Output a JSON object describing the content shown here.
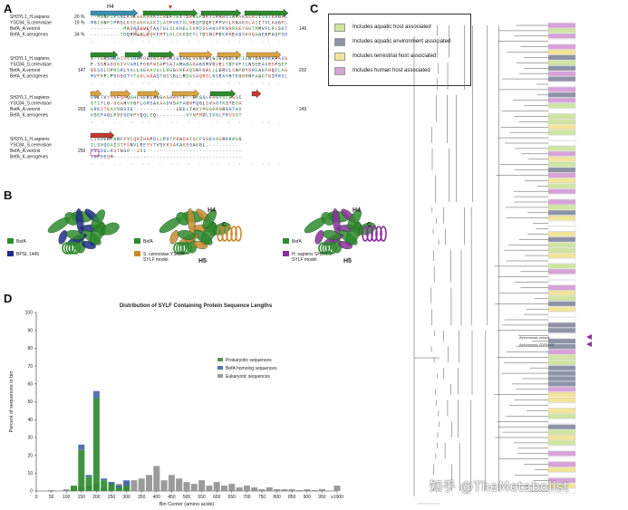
{
  "panels": {
    "a": "A",
    "b": "B",
    "c": "C",
    "d": "D"
  },
  "alignment": {
    "blocks": [
      {
        "names": [
          "SH3YL1_H.sapiens",
          "YSC84_S.cerevisiae",
          "BefA_A.veronii",
          "BefA_K.aerogenes"
        ],
        "pcts": [
          "20 %",
          "19 %",
          "",
          "34 %"
        ],
        "start": [
          "",
          "",
          "",
          ""
        ],
        "seqs": [
          "--MNNPIPSNLKSEAKKAAKILREFTEITSRNGPDKIIPAHVIAKAKGLAIISVIKAGFL",
          "MGINNPIPRSLKSEAKKAAKILASFVKTGLNEQPDQFIPPVYLKNAKGLAIITVLKAGFL",
          "----------MADRTSVETAATGLSLKNELIKMDSGANVPFNRRGEYGGTMMVFLRLSGT",
          "---------TGQRKARLEQKEMTLGLIKKSETLTDSNIPEKRREASSKGQAAEKPAQPGD"
        ],
        "end": [
          "",
          "",
          "146",
          ""
        ]
      },
      {
        "names": [
          "SH3YL1_H.sapiens",
          "YSC84_S.cerevisiae",
          "BefA_A.veronii",
          "BefA_K.aerogenes"
        ],
        "pcts": [
          "",
          "",
          "",
          ""
        ],
        "start": [
          "",
          "",
          "147",
          ""
        ],
        "seqs": [
          "V-YGRSGDGIVVSRLPDGSWSAPSAIGIAGLGGGFEIGIEVGDLVTILNTDAAVKAFASG",
          "F-SGRAGGGIVVARLPDGTWSAPSAIAMAGAGAGGMVGVELTDFVFILNSEEAVRSFSEF",
          "VESDLDPRSRLYALLNEAAVSLLRGGVRFAQSRFNALLLERVLSNPDYDREAEPRQILAG",
          "MVFRFLPDHSGTYTAGLANAQTWSSGLLRDASAQRSLNSEAVHTEGNRNFAAGTNIMRSL"
        ],
        "end": [
          "",
          "",
          "202",
          ""
        ]
      },
      {
        "names": [
          "SH3YL1_H.sapiens",
          "YSC84_S.cerevisiae",
          "BefA_A.veronii",
          "BefA_K.aerogenes"
        ],
        "pcts": [
          "",
          "",
          "",
          ""
        ],
        "start": [
          "",
          "",
          "203",
          ""
        ],
        "seqs": [
          "GNLTVYYKFQFQGHLGEKLANSAGAAVTFT-EKSGLFAGVSLEGSC",
          "GTITLG-GGAHVGGFLGRSAKAADVSAFAGNPQGLSVAGTKSTEGA",
          "GRKSTEAVVGSIE-------------LEELTAKYMGGDRNRSGTAD",
          "GSEPAGLRVEGDVPVQQLEQ---------VYNPMDLIDGLPRVSGT"
        ],
        "end": [
          "",
          "",
          "249",
          ""
        ]
      },
      {
        "names": [
          "SH3YL1_H.sapiens",
          "YSC84_S.cerevisiae",
          "BefA_A.veronii",
          "BefA_K.aerogenes"
        ],
        "pcts": [
          "",
          "",
          "",
          ""
        ],
        "start": [
          "",
          "",
          "250",
          ""
        ],
        "seqs": [
          "LISNEKTNRFFYCQRIHAPDLLPDTPRADAIGCPSGEVASRRKRGS",
          "ILSNQDAISTFSNVLEEYVTVSKKSAKAKEGAKGL----------",
          "YNSDELKSTGGR--261-----------------------------",
          "YNPDEQH---------------------------------------"
        ],
        "end": [
          "",
          "",
          "",
          ""
        ]
      }
    ],
    "marker_labels": [
      "H4",
      "H5"
    ]
  },
  "structures": [
    {
      "legend": [
        "BefA",
        "BPSL 1445"
      ],
      "colors": [
        "#2e8b2e",
        "#1f2d8a"
      ],
      "labels": []
    },
    {
      "legend": [
        "BefA",
        "S. cerevisiae YSC84 SYLF model"
      ],
      "colors": [
        "#2e8b2e",
        "#c98a32"
      ],
      "labels": [
        "H4",
        "C",
        "H5"
      ]
    },
    {
      "legend": [
        "BefA",
        "H. sapiens SH3YL1 SYLF model"
      ],
      "colors": [
        "#2e8b2e",
        "#8a2e9c"
      ],
      "labels": [
        "H4",
        "C",
        "H5"
      ]
    }
  ],
  "tree_legend": [
    {
      "label": "Includes aquatic host associated",
      "color": "#cfe6a2"
    },
    {
      "label": "Includes aquatic environment associated",
      "color": "#8e93a8"
    },
    {
      "label": "Includes terrestrial host associated",
      "color": "#f2e59a"
    },
    {
      "label": "Includes human host associated",
      "color": "#d8a3d8"
    }
  ],
  "tree_arrow_labels": [
    "Aeromonas veronii",
    "Aeromonas ZOR0001"
  ],
  "chart_data": {
    "type": "bar",
    "title": "Distribution of SYLF Containing Protein Sequence Lengths",
    "xlabel": "Bin Center (amino acids)",
    "ylabel": "Percent of sequences in bin",
    "ylim": [
      0,
      100
    ],
    "yticks": [
      0,
      10,
      20,
      30,
      40,
      50,
      60,
      70,
      80,
      90,
      100
    ],
    "xticks": [
      "0",
      "50",
      "100",
      "150",
      "200",
      "250",
      "300",
      "350",
      "400",
      "450",
      "500",
      "550",
      "600",
      "650",
      "700",
      "750",
      "800",
      "850",
      "900",
      "950",
      "≥1000"
    ],
    "grid": false,
    "legend_position": "right",
    "series": [
      {
        "name": "Prokaryotic sequences",
        "color": "#2e8b2e",
        "x": [
          125,
          150,
          175,
          200,
          225,
          250,
          275,
          300
        ],
        "values": [
          3,
          23,
          8,
          52,
          6,
          4,
          2,
          3
        ]
      },
      {
        "name": "BefA homolog sequences",
        "color": "#3a5aa8",
        "x": [
          150,
          175,
          200,
          225,
          250,
          275,
          300
        ],
        "values": [
          3,
          1,
          4,
          1,
          1,
          1,
          3
        ]
      },
      {
        "name": "Eukaryotic sequences",
        "color": "#8a8a8a",
        "x": [
          50,
          100,
          125,
          150,
          175,
          200,
          225,
          250,
          275,
          300,
          325,
          350,
          375,
          400,
          425,
          450,
          475,
          500,
          525,
          550,
          575,
          600,
          625,
          650,
          675,
          700,
          725,
          750,
          775,
          800,
          825,
          850,
          875,
          900,
          925,
          950,
          1000
        ],
        "values": [
          0.5,
          1,
          1,
          2,
          3,
          4,
          2,
          5,
          4,
          5,
          6,
          7,
          9,
          14,
          6,
          9,
          7,
          5,
          4,
          6,
          3,
          5,
          3,
          4,
          2,
          3,
          2,
          1,
          2,
          1,
          1,
          1,
          0.5,
          1,
          0.5,
          1,
          3
        ]
      }
    ]
  },
  "watermark": "知乎 @TheMetabolist"
}
